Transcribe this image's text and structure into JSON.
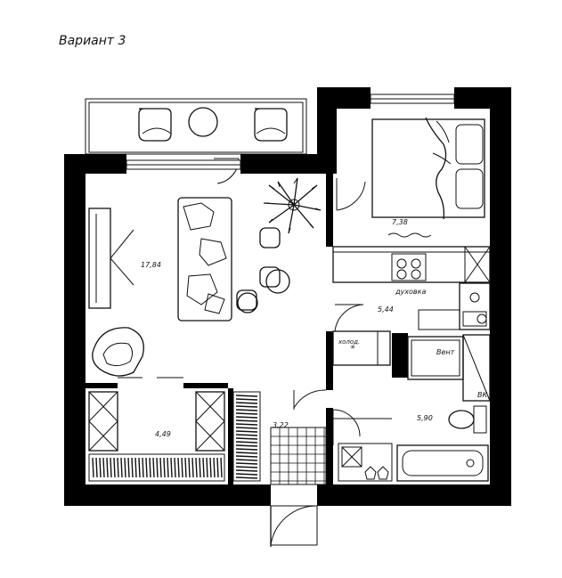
{
  "title": "Вариант 3",
  "rooms": {
    "living_area": "17,84",
    "bedroom_area": "7,38",
    "kitchen_area": "5,44",
    "wardrobe_area": "4,49",
    "hall_area": "3,22",
    "bathroom_area": "5,90"
  },
  "labels": {
    "fridge": "холод.",
    "oven": "духовка",
    "vent": "Вент",
    "vk": "ВК"
  },
  "colors": {
    "wall": "#000000",
    "line": "#111111",
    "background": "#ffffff"
  }
}
